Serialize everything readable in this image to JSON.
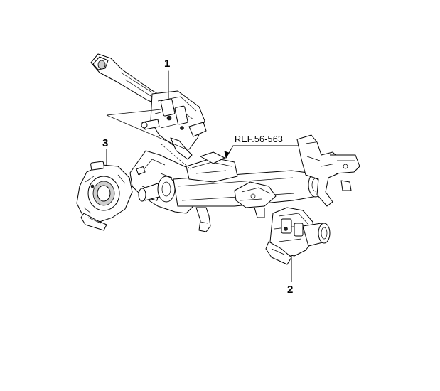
{
  "callouts": {
    "part1": "1",
    "part2": "2",
    "part3": "3"
  },
  "reference": {
    "label": "REF.56-563"
  }
}
